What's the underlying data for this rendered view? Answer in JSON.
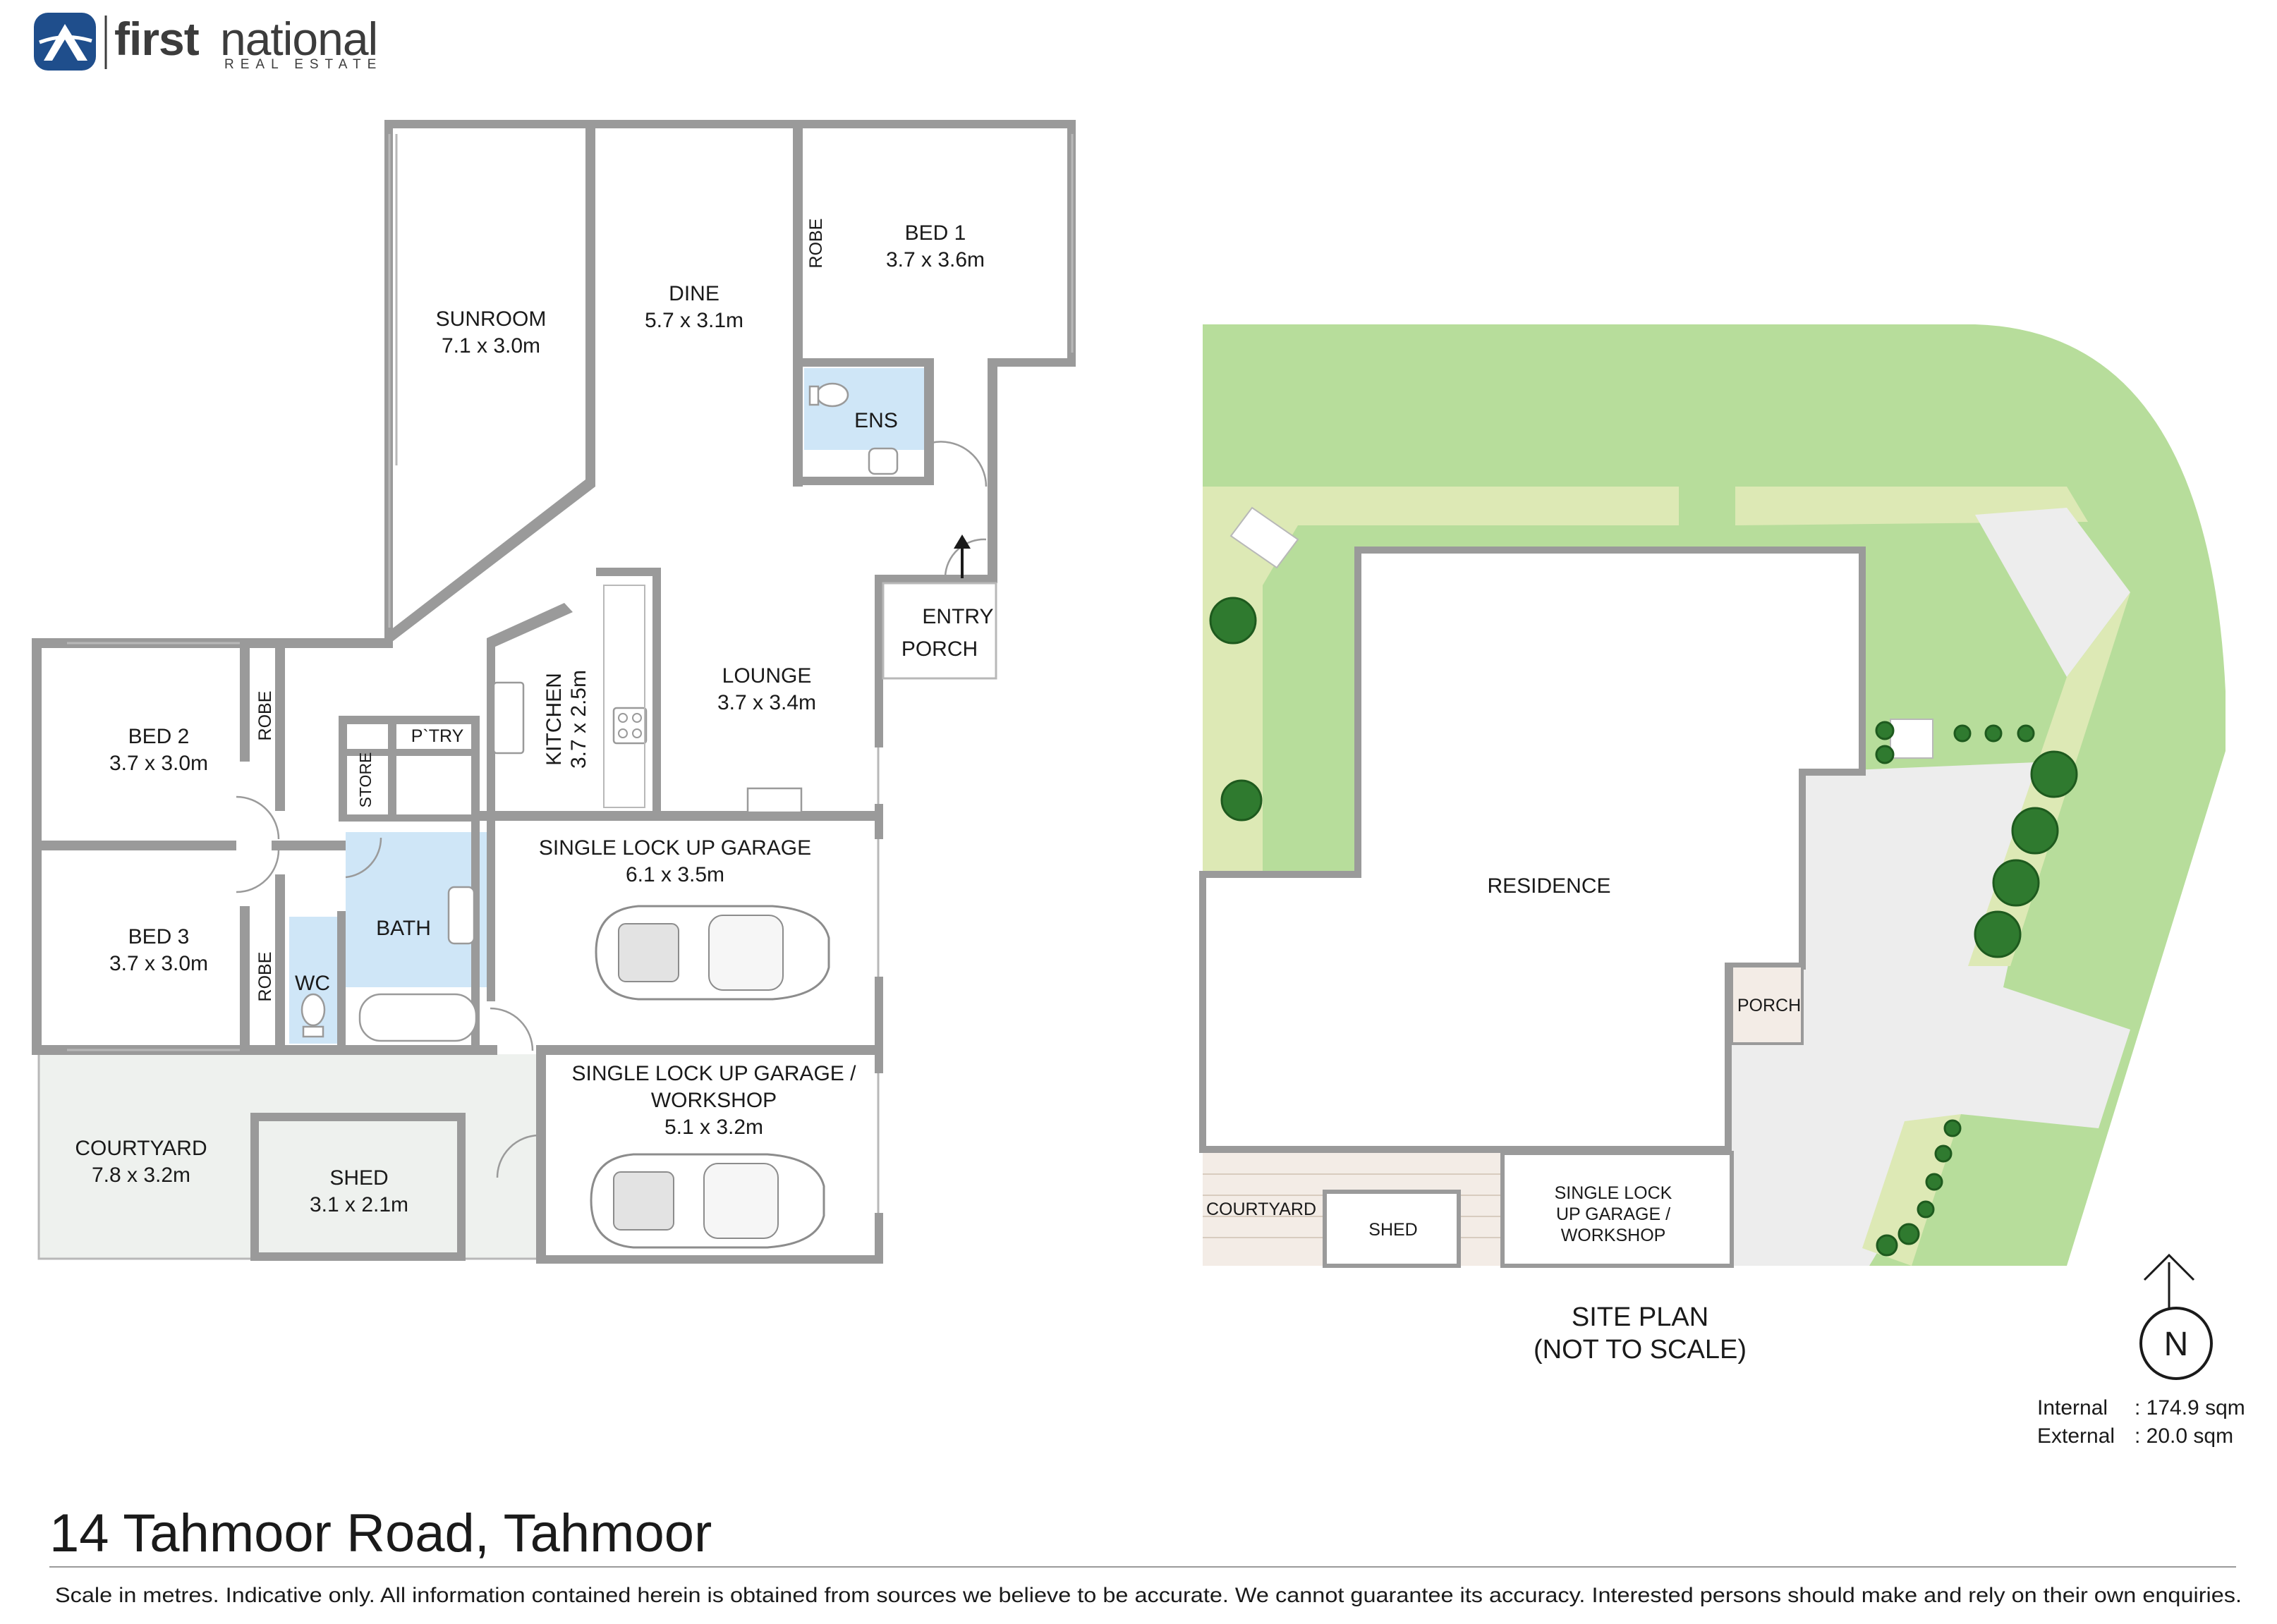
{
  "brand": {
    "name_bold": "first",
    "name_light": "national",
    "tagline": "REAL ESTATE",
    "colors": {
      "logo_blue": "#1f4e8c",
      "logo_grey": "#3c3c3c"
    },
    "icon": "first-national-emblem"
  },
  "colors": {
    "wall": "#9a9a9a",
    "wet_area": "#cfe6f7",
    "lawn": "#b7dd9b",
    "garden_bed": "#dde9b5",
    "paving": "#ededed",
    "deck": "#f3ece6",
    "courtyard": "#eef1ee",
    "shrub": "#2f7a2f"
  },
  "floor_plan": {
    "rooms": {
      "sunroom": {
        "name": "SUNROOM",
        "size": "7.1 x 3.0m"
      },
      "dine": {
        "name": "DINE",
        "size": "5.7 x 3.1m"
      },
      "bed1": {
        "name": "BED 1",
        "size": "3.7 x 3.6m"
      },
      "robe_bed1": {
        "name": "ROBE"
      },
      "ens": {
        "name": "ENS"
      },
      "entry": {
        "name": "ENTRY"
      },
      "porch": {
        "name": "PORCH"
      },
      "lounge": {
        "name": "LOUNGE",
        "size": "3.7 x 3.4m"
      },
      "kitchen": {
        "name": "KITCHEN",
        "size": "3.7 x 2.5m"
      },
      "bed2": {
        "name": "BED 2",
        "size": "3.7 x 3.0m"
      },
      "robe_bed2": {
        "name": "ROBE"
      },
      "store": {
        "name": "STORE"
      },
      "pantry": {
        "name": "P`TRY"
      },
      "bed3": {
        "name": "BED 3",
        "size": "3.7 x 3.0m"
      },
      "robe_bed3": {
        "name": "ROBE"
      },
      "wc": {
        "name": "WC"
      },
      "bath": {
        "name": "BATH"
      },
      "garage": {
        "name": "SINGLE LOCK UP GARAGE",
        "size": "6.1 x 3.5m"
      },
      "garage_workshop": {
        "name_line1": "SINGLE LOCK UP GARAGE /",
        "name_line2": "WORKSHOP",
        "size": "5.1 x 3.2m"
      },
      "courtyard": {
        "name": "COURTYARD",
        "size": "7.8 x 3.2m"
      },
      "shed": {
        "name": "SHED",
        "size": "3.1 x 2.1m"
      }
    }
  },
  "site_plan": {
    "labels": {
      "residence": "RESIDENCE",
      "porch": "PORCH",
      "courtyard": "COURTYARD",
      "shed": "SHED",
      "garage_line1": "SINGLE LOCK",
      "garage_line2": "UP GARAGE /",
      "garage_line3": "WORKSHOP"
    },
    "title_line1": "SITE PLAN",
    "title_line2": "(NOT TO SCALE)",
    "north": "N"
  },
  "areas": {
    "internal_label": "Internal",
    "internal_value": ": 174.9 sqm",
    "external_label": "External",
    "external_value": ": 20.0 sqm"
  },
  "address": "14 Tahmoor Road, Tahmoor",
  "disclaimer": "Scale in metres. Indicative only. All information contained herein is obtained from sources we believe to be accurate. We cannot guarantee its accuracy. Interested persons should make and rely on their own enquiries."
}
